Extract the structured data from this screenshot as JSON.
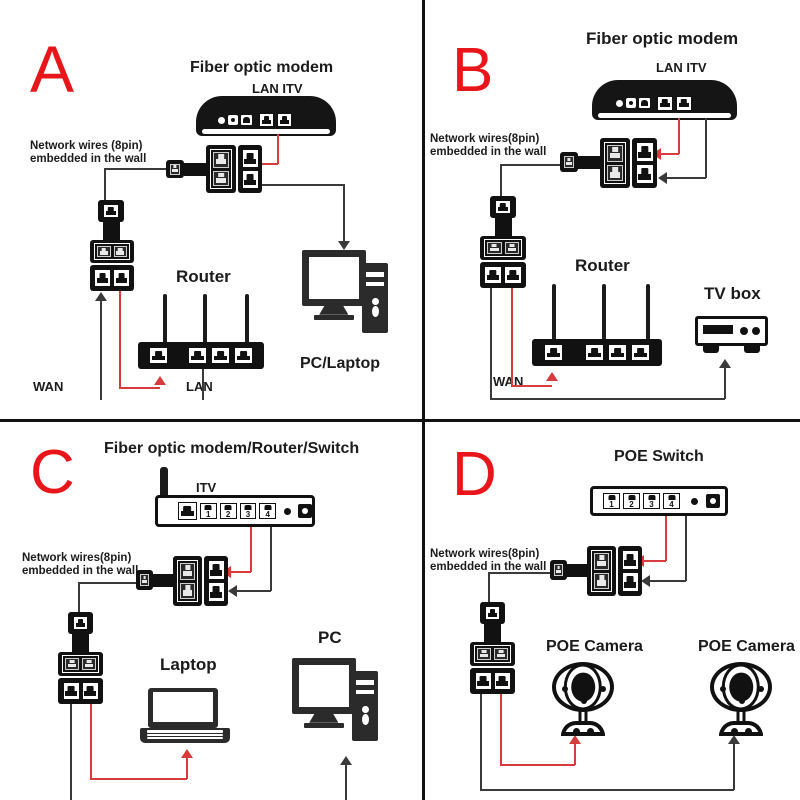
{
  "diagram": {
    "title": "Network wiring diagrams A-D",
    "accent_color": "#e8161b",
    "wire_black": "#3a3a3a",
    "wire_red": "#d73b3b"
  },
  "panels": [
    {
      "letter": "A",
      "heading": "Fiber optic modem",
      "sub_heading": "LAN ITV",
      "wall_label_line1": "Network wires (8pin)",
      "wall_label_line2": "embedded in the wall",
      "device_label": "Router",
      "port_wan": "WAN",
      "port_lan": "LAN",
      "endpoint_label": "PC/Laptop",
      "modem_ports": [
        "power-dot",
        "power-jack",
        "fiber-port",
        "lan-port",
        "itv-port"
      ]
    },
    {
      "letter": "B",
      "heading": "Fiber optic modem",
      "sub_heading": "LAN ITV",
      "wall_label_line1": "Network wires(8pin)",
      "wall_label_line2": "embedded in the wall",
      "device_label": "Router",
      "port_wan": "WAN",
      "endpoint_label": "TV box",
      "modem_ports": [
        "power-dot",
        "power-jack",
        "fiber-port",
        "lan-port",
        "itv-port"
      ]
    },
    {
      "letter": "C",
      "heading": "Fiber optic modem/Router/Switch",
      "sub_heading": "ITV",
      "wall_label_line1": "Network wires(8pin)",
      "wall_label_line2": "embedded in the wall",
      "endpoint_label_1": "Laptop",
      "endpoint_label_2": "PC",
      "switch_ports": [
        "1",
        "2",
        "3",
        "4"
      ]
    },
    {
      "letter": "D",
      "heading": "POE Switch",
      "wall_label_line1": "Network wires(8pin)",
      "wall_label_line2": "embedded in the wall",
      "endpoint_label_1": "POE Camera",
      "endpoint_label_2": "POE Camera",
      "switch_ports": [
        "1",
        "2",
        "3",
        "4"
      ]
    }
  ]
}
